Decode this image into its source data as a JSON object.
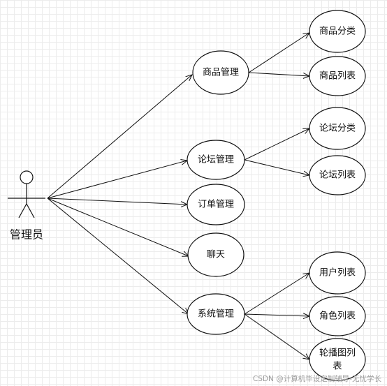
{
  "actor": {
    "label": "管理员"
  },
  "use_cases": {
    "goods_mgmt": "商品管理",
    "goods_category": "商品分类",
    "goods_list": "商品列表",
    "forum_mgmt": "论坛管理",
    "forum_category": "论坛分类",
    "forum_list": "论坛列表",
    "order_mgmt": "订单管理",
    "chat": "聊天",
    "system_mgmt": "系统管理",
    "user_list": "用户列表",
    "role_list": "角色列表",
    "carousel_list_line1": "轮播图列",
    "carousel_list_line2": "表"
  },
  "watermark": "CSDN @计算机毕设定制辅导-无忧学长"
}
